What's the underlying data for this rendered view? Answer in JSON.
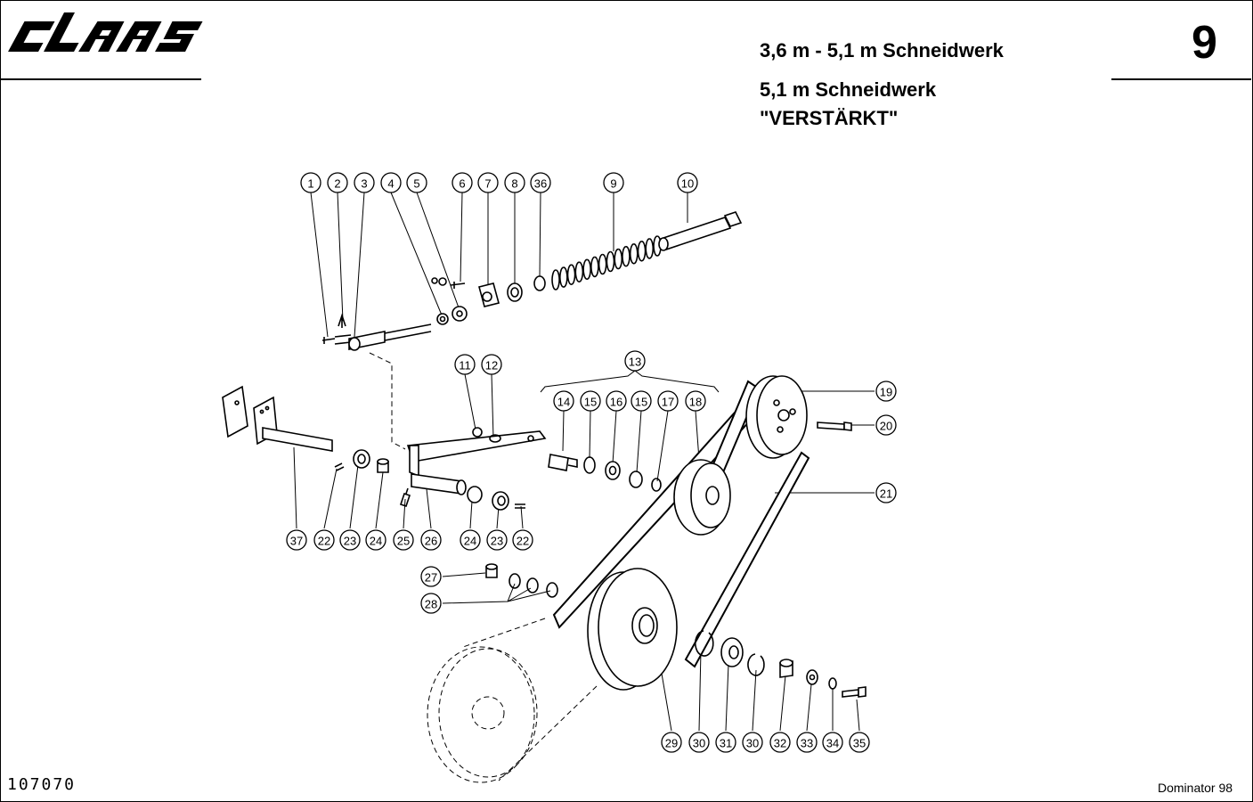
{
  "header": {
    "brand": "CLAAS",
    "title_line1": "3,6 m - 5,1 m Schneidwerk",
    "title_line2": "5,1 m Schneidwerk",
    "title_line3": "\"VERSTÄRKT\"",
    "page_number": "9"
  },
  "footer": {
    "document_number": "107070",
    "model": "Dominator 98"
  },
  "callouts": [
    {
      "id": "c1",
      "label": "1"
    },
    {
      "id": "c2",
      "label": "2"
    },
    {
      "id": "c3",
      "label": "3"
    },
    {
      "id": "c4",
      "label": "4"
    },
    {
      "id": "c5",
      "label": "5"
    },
    {
      "id": "c6",
      "label": "6"
    },
    {
      "id": "c7",
      "label": "7"
    },
    {
      "id": "c8",
      "label": "8"
    },
    {
      "id": "c36",
      "label": "36"
    },
    {
      "id": "c9",
      "label": "9"
    },
    {
      "id": "c10",
      "label": "10"
    },
    {
      "id": "c11",
      "label": "11"
    },
    {
      "id": "c12",
      "label": "12"
    },
    {
      "id": "c13",
      "label": "13"
    },
    {
      "id": "c14",
      "label": "14"
    },
    {
      "id": "c15a",
      "label": "15"
    },
    {
      "id": "c16",
      "label": "16"
    },
    {
      "id": "c15b",
      "label": "15"
    },
    {
      "id": "c17",
      "label": "17"
    },
    {
      "id": "c18",
      "label": "18"
    },
    {
      "id": "c19",
      "label": "19"
    },
    {
      "id": "c20",
      "label": "20"
    },
    {
      "id": "c21",
      "label": "21"
    },
    {
      "id": "c37",
      "label": "37"
    },
    {
      "id": "c22a",
      "label": "22"
    },
    {
      "id": "c23a",
      "label": "23"
    },
    {
      "id": "c24a",
      "label": "24"
    },
    {
      "id": "c25",
      "label": "25"
    },
    {
      "id": "c26",
      "label": "26"
    },
    {
      "id": "c24b",
      "label": "24"
    },
    {
      "id": "c23b",
      "label": "23"
    },
    {
      "id": "c22b",
      "label": "22"
    },
    {
      "id": "c27",
      "label": "27"
    },
    {
      "id": "c28",
      "label": "28"
    },
    {
      "id": "c29",
      "label": "29"
    },
    {
      "id": "c30a",
      "label": "30"
    },
    {
      "id": "c31",
      "label": "31"
    },
    {
      "id": "c30b",
      "label": "30"
    },
    {
      "id": "c32",
      "label": "32"
    },
    {
      "id": "c33",
      "label": "33"
    },
    {
      "id": "c34",
      "label": "34"
    },
    {
      "id": "c35",
      "label": "35"
    }
  ]
}
